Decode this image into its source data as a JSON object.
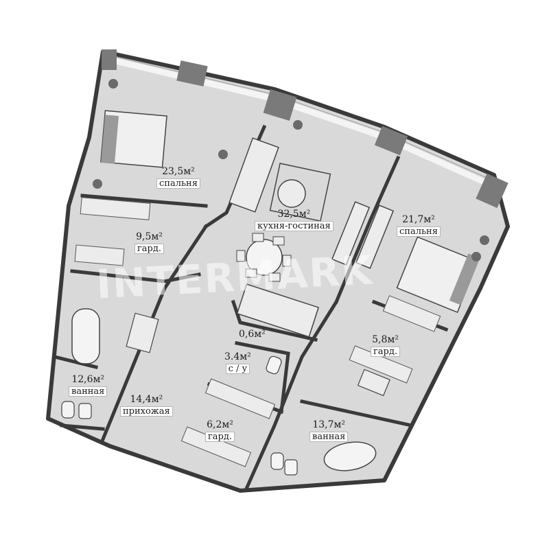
{
  "watermark": "INTERMARK",
  "rooms": [
    {
      "id": "bedroom-1",
      "area": "23,5м²",
      "name": "спальня"
    },
    {
      "id": "living-kitchen",
      "area": "32,5м²",
      "name": "кухня-гостиная"
    },
    {
      "id": "bedroom-2",
      "area": "21,7м²",
      "name": "спальня"
    },
    {
      "id": "wardrobe-1",
      "area": "9,5м²",
      "name": "гард."
    },
    {
      "id": "storage",
      "area": "0,6м²",
      "name": ""
    },
    {
      "id": "wc",
      "area": "3.4м²",
      "name": "с / у"
    },
    {
      "id": "wardrobe-2",
      "area": "5,8м²",
      "name": "гард."
    },
    {
      "id": "bathroom-1",
      "area": "12,6м²",
      "name": "ванная"
    },
    {
      "id": "hallway",
      "area": "14,4м²",
      "name": "прихожая"
    },
    {
      "id": "wardrobe-3",
      "area": "6,2м²",
      "name": "гард."
    },
    {
      "id": "bathroom-2",
      "area": "13,7м²",
      "name": "ванная"
    }
  ],
  "colors": {
    "wall": "#3a3a3a",
    "floor": "#d9d9d9",
    "window": "#f4f4f4",
    "column": "#7a7a7a"
  }
}
